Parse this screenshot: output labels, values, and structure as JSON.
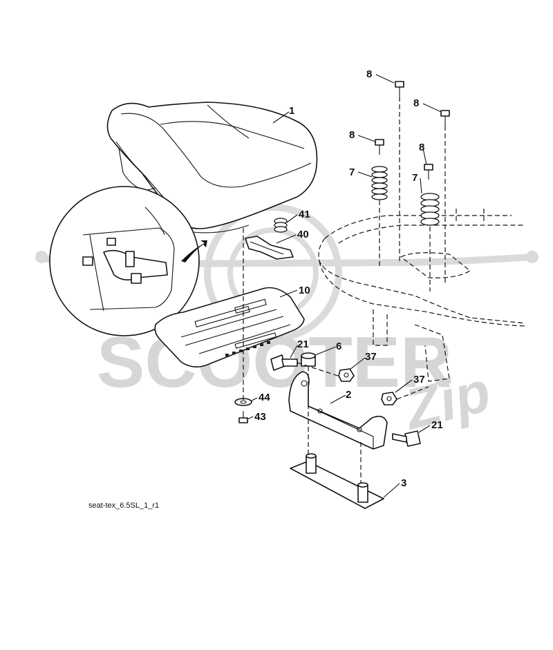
{
  "diagram": {
    "caption": "seat-tex_6.5SL_1_r1",
    "watermark": {
      "brand_main": "SCOOTER",
      "brand_script": "Zip"
    },
    "callouts": [
      {
        "id": "1",
        "part": "seat"
      },
      {
        "id": "8",
        "part": "bolt"
      },
      {
        "id": "7",
        "part": "spring"
      },
      {
        "id": "41",
        "part": "small-spring"
      },
      {
        "id": "40",
        "part": "seat-switch"
      },
      {
        "id": "10",
        "part": "seat-pan"
      },
      {
        "id": "21",
        "part": "shoulder-bolt"
      },
      {
        "id": "6",
        "part": "bushing"
      },
      {
        "id": "37",
        "part": "nut"
      },
      {
        "id": "2",
        "part": "pivot-bracket"
      },
      {
        "id": "44",
        "part": "washer"
      },
      {
        "id": "43",
        "part": "screw"
      },
      {
        "id": "3",
        "part": "mounting-plate"
      }
    ],
    "colors": {
      "line": "#111111",
      "background": "#ffffff",
      "watermark": "#d2d2d2"
    }
  }
}
